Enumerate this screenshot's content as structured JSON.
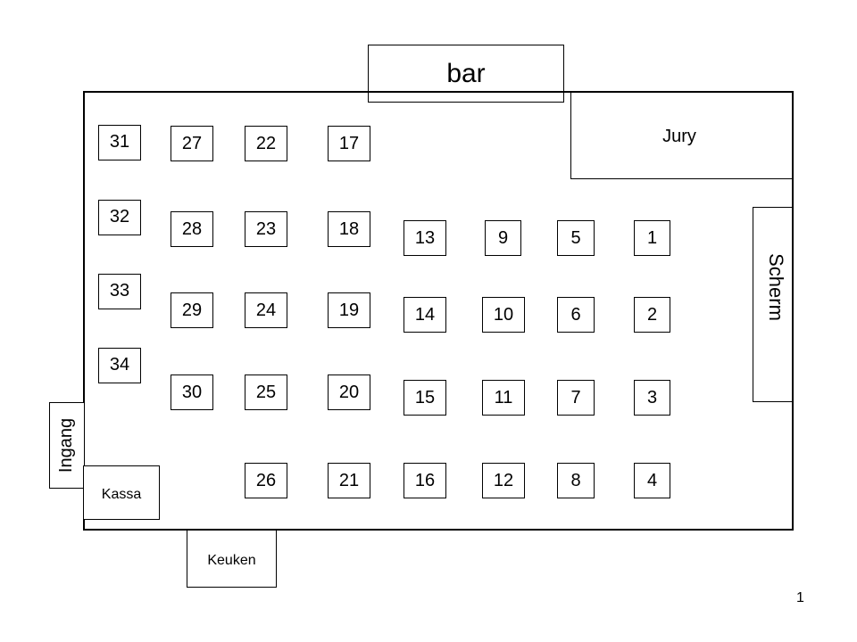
{
  "areas": {
    "bar": "bar",
    "jury": "Jury",
    "scherm": "Scherm",
    "ingang": "Ingang",
    "kassa": "Kassa",
    "keuken": "Keuken"
  },
  "tables": [
    "1",
    "2",
    "3",
    "4",
    "5",
    "6",
    "7",
    "8",
    "9",
    "10",
    "11",
    "12",
    "13",
    "14",
    "15",
    "16",
    "17",
    "18",
    "19",
    "20",
    "21",
    "22",
    "23",
    "24",
    "25",
    "26",
    "27",
    "28",
    "29",
    "30",
    "31",
    "32",
    "33",
    "34"
  ],
  "page_number": "1"
}
